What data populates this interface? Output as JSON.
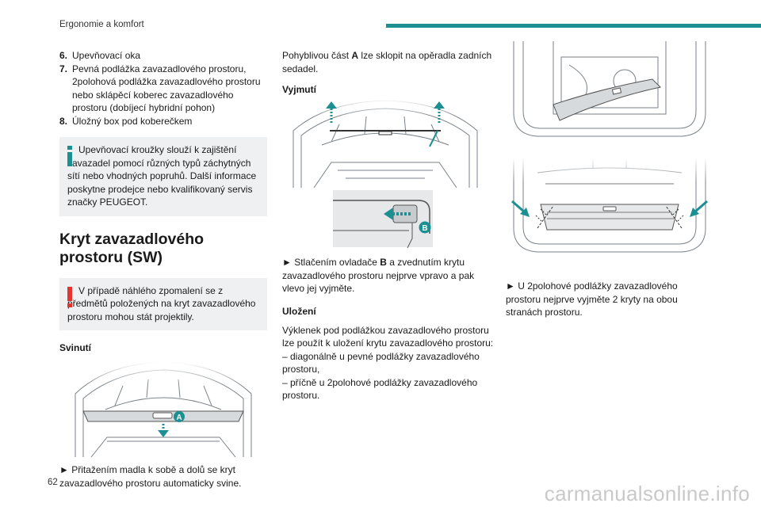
{
  "header": {
    "section_title": "Ergonomie a komfort",
    "accent_color": "#1c8f92"
  },
  "footer": {
    "page_number": "62",
    "watermark": "carmanualsonline.info"
  },
  "col1": {
    "list": [
      {
        "n": "6.",
        "text": "Upevňovací oka"
      },
      {
        "n": "7.",
        "text": "Pevná podlážka zavazadlového prostoru, 2polohová podlážka zavazadlového prostoru nebo sklápěcí koberec zavazadlového prostoru (dobíjecí hybridní pohon)"
      },
      {
        "n": "8.",
        "text": "Úložný box pod koberečkem"
      }
    ],
    "info_text": "Upevňovací kroužky slouží k zajištění zavazadel pomocí různých typů záchytných sítí nebo vhodných popruhů. Další informace poskytne prodejce nebo kvalifikovaný servis značky PEUGEOT.",
    "heading": "Kryt zavazadlového prostoru (SW)",
    "warning_text": "V případě náhlého zpomalení se z předmětů položených na kryt zavazadlového prostoru mohou stát projektily.",
    "subheading_roll": "Svinutí",
    "label_a": "A",
    "roll_text": "► Přitažením madla k sobě a dolů se kryt zavazadlového prostoru automaticky svine."
  },
  "col2": {
    "intro_text_1": "Pohyblivou část ",
    "intro_bold": "A",
    "intro_text_2": " lze sklopit na opěradla zadních sedadel.",
    "subheading_remove": "Vyjmutí",
    "label_b": "B",
    "remove_text_1": "► Stlačením ovladače ",
    "remove_bold": "B",
    "remove_text_2": " a zvednutím krytu zavazadlového prostoru nejprve vpravo a pak vlevo jej vyjměte.",
    "subheading_storage": "Uložení",
    "storage_text": "Výklenek pod podlážkou zavazadlového prostoru lze použít k uložení krytu zavazadlového prostoru:",
    "storage_item_1": "– diagonálně u pevné podlážky zavazadlového prostoru,",
    "storage_item_2": "– příčně u 2polohové podlážky zavazadlového prostoru."
  },
  "col3": {
    "text": "► U 2polohové podlážky zavazadlového prostoru nejprve vyjměte 2 kryty na obou stranách prostoru."
  }
}
